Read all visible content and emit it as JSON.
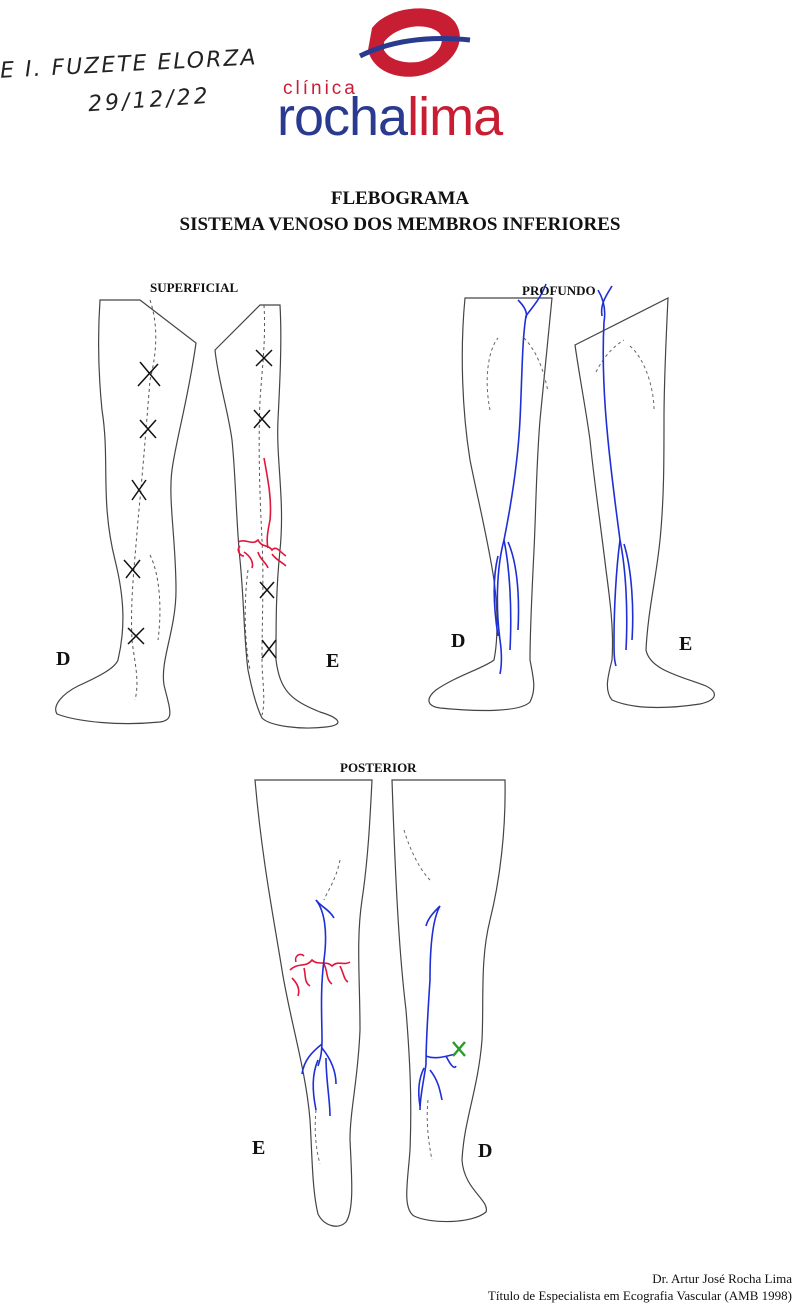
{
  "handwriting": {
    "name": "E I. FUZETE ELORZA",
    "date": "29/12/22"
  },
  "logo": {
    "prefix": "clínica",
    "part1": "rocha",
    "part2": "lima"
  },
  "title": {
    "line1": "FLEBOGRAMA",
    "line2": "SISTEMA VENOSO DOS MEMBROS INFERIORES"
  },
  "sections": {
    "superficial": {
      "label": "SUPERFICIAL",
      "left": "D",
      "right": "E"
    },
    "profundo": {
      "label": "PROFUNDO",
      "left": "D",
      "right": "E"
    },
    "posterior": {
      "label": "POSTERIOR",
      "left": "E",
      "right": "D"
    }
  },
  "footer": {
    "doctor": "Dr. Artur José Rocha Lima",
    "credential": "Título de Especialista em Ecografia Vascular (AMB 1998)"
  },
  "colors": {
    "brand_blue": "#2a3b8f",
    "brand_red": "#c81e34",
    "vein_blue": "#1f2fd6",
    "varicose_red": "#e0173a",
    "marker_green": "#2a9a2a"
  }
}
